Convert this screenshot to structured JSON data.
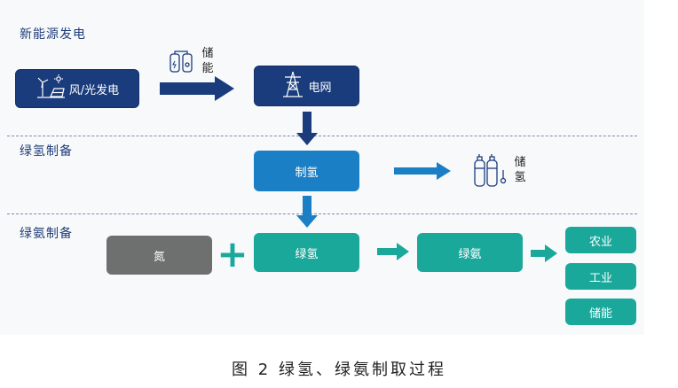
{
  "sections": {
    "row1": "新能源发电",
    "row2": "绿氢制备",
    "row3": "绿氨制备"
  },
  "nodes": {
    "wind_solar": "风/光发电",
    "grid": "电网",
    "h2_production": "制氢",
    "nitrogen": "氮",
    "green_h2": "绿氢",
    "green_nh3": "绿氨",
    "agriculture": "农业",
    "industry": "工业",
    "storage": "储能"
  },
  "side_labels": {
    "energy_storage_1": "储",
    "energy_storage_2": "能",
    "h2_storage_1": "储",
    "h2_storage_2": "氢"
  },
  "plus_sign": "+",
  "caption": "图 2  绿氢、绿氨制取过程",
  "colors": {
    "navy": "#1a3c7c",
    "blue": "#1b7fc6",
    "teal": "#1aa89b",
    "gray": "#6e7070"
  },
  "icons": [
    "wind-turbine-icon",
    "solar-panel-icon",
    "battery-icon",
    "power-tower-icon",
    "gas-cylinder-icon"
  ]
}
